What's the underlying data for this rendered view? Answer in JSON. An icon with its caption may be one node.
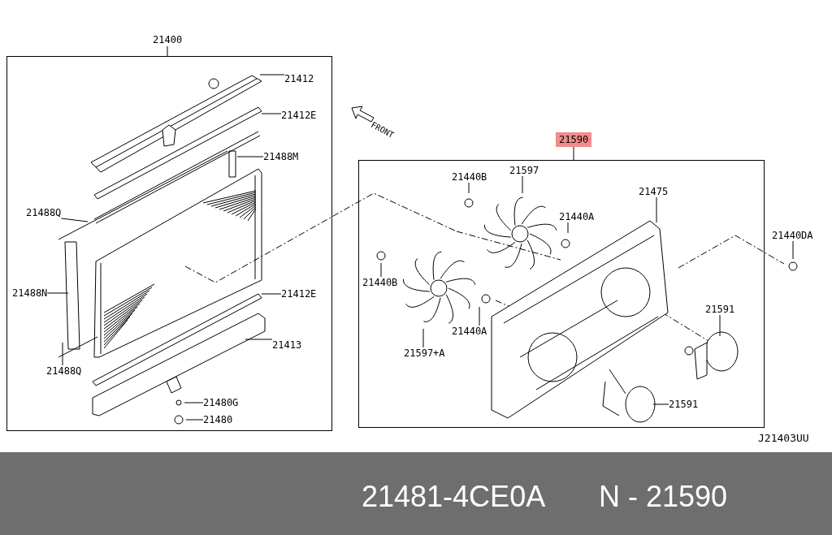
{
  "diagram": {
    "nodes": [
      {
        "text": [
          "21400"
        ]
      },
      {
        "text": [
          "21412"
        ],
        "in": 0
      },
      {
        "text": [
          "21412E"
        ],
        "in": 0
      },
      {
        "text": [
          "21488M"
        ],
        "in": 0
      },
      {
        "text": [
          "21488Q"
        ],
        "in": 0
      },
      {
        "text": [
          "21488N"
        ],
        "in": 0
      },
      {
        "text": [
          "21412E"
        ],
        "in": 0
      },
      {
        "text": [
          "21413"
        ],
        "in": 0
      },
      {
        "text": [
          "21488Q"
        ],
        "in": 0
      },
      {
        "text": [
          "21480G"
        ],
        "in": 0
      },
      {
        "text": [
          "21480"
        ],
        "in": 0
      },
      {
        "text": [
          "21590"
        ]
      },
      {
        "text": [
          "21440B"
        ],
        "in": 11
      },
      {
        "text": [
          "21597"
        ],
        "in": 11
      },
      {
        "text": [
          "21475"
        ],
        "in": 11
      },
      {
        "text": [
          "21440A"
        ],
        "in": 11
      },
      {
        "text": [
          "21440DA"
        ]
      },
      {
        "text": [
          "21440B"
        ],
        "in": 11
      },
      {
        "text": [
          "21591"
        ],
        "in": 11
      },
      {
        "text": [
          "21440A"
        ],
        "in": 11
      },
      {
        "text": [
          "21597+A"
        ],
        "in": 11
      },
      {
        "text": [
          "21591"
        ],
        "in": 11
      }
    ],
    "edges": [
      {
        "from": 1,
        "to": null,
        "arrow": "none"
      },
      {
        "from": 2,
        "to": null,
        "arrow": "none"
      },
      {
        "from": 3,
        "to": null,
        "arrow": "none"
      },
      {
        "from": 4,
        "to": null,
        "arrow": "none"
      },
      {
        "from": 5,
        "to": null,
        "arrow": "none"
      },
      {
        "from": 6,
        "to": null,
        "arrow": "none"
      },
      {
        "from": 7,
        "to": null,
        "arrow": "none"
      },
      {
        "from": 8,
        "to": null,
        "arrow": "none"
      },
      {
        "from": 9,
        "to": null,
        "arrow": "none"
      },
      {
        "from": 10,
        "to": null,
        "arrow": "none"
      },
      {
        "from": 12,
        "to": null,
        "arrow": "none"
      },
      {
        "from": 13,
        "to": null,
        "arrow": "none"
      },
      {
        "from": 14,
        "to": null,
        "arrow": "none"
      },
      {
        "from": 15,
        "to": null,
        "arrow": "none"
      },
      {
        "from": 16,
        "to": null,
        "arrow": "none"
      },
      {
        "from": 17,
        "to": null,
        "arrow": "none"
      },
      {
        "from": 18,
        "to": null,
        "arrow": "none"
      },
      {
        "from": 19,
        "to": null,
        "arrow": "none"
      },
      {
        "from": 20,
        "to": null,
        "arrow": "none"
      },
      {
        "from": 21,
        "to": null,
        "arrow": "none"
      }
    ],
    "labels": [
      "FRONT",
      "J21403UU",
      "21481-4CE0A",
      "N - 21590"
    ]
  }
}
